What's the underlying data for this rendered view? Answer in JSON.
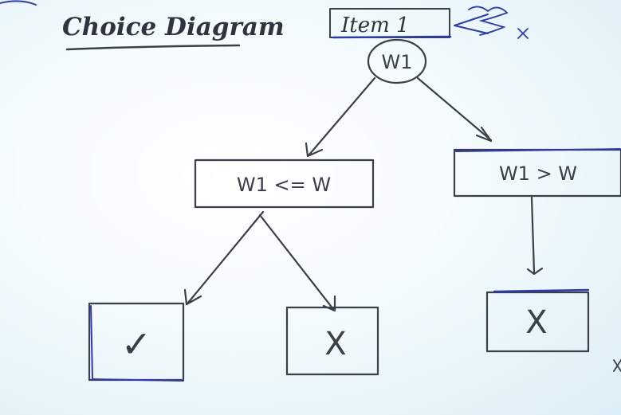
{
  "title": "Choice Diagram",
  "item_label": "Item 1",
  "root": {
    "label": "W1"
  },
  "branches": [
    {
      "condition": "W1 <= W",
      "outcome": "✓"
    },
    {
      "condition": "W1 > W",
      "outcome": "X"
    }
  ],
  "leaves": [
    "✓",
    "X",
    "X"
  ],
  "colors": {
    "ink": "#3a3f48",
    "marker_blue": "#2b3bb8"
  }
}
